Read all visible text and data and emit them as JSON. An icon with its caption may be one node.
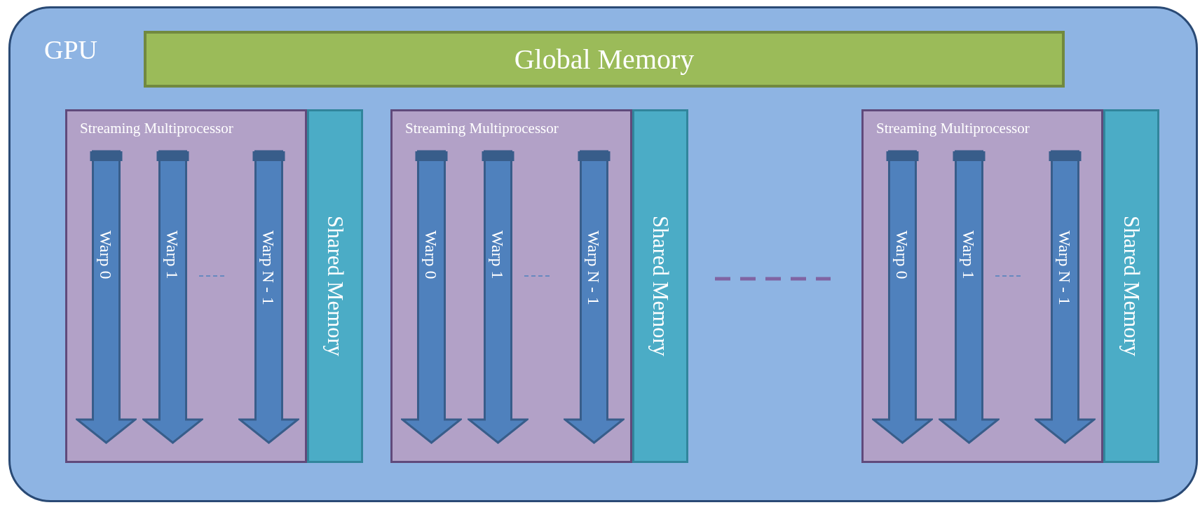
{
  "diagram": {
    "nodes": [
      {
        "text": [
          "GPU"
        ]
      },
      {
        "text": [
          "Global Memory"
        ],
        "in": 0
      },
      {
        "text": [
          "Streaming Multiprocessor"
        ],
        "in": 0
      },
      {
        "text": [
          "Warp 0"
        ],
        "in": 2
      },
      {
        "text": [
          "Warp 1"
        ],
        "in": 2
      },
      {
        "text": [
          "Warp N - 1"
        ],
        "in": 2
      },
      {
        "text": [
          "Shared Memory"
        ],
        "in": 0
      },
      {
        "text": [
          "Streaming Multiprocessor"
        ],
        "in": 0
      },
      {
        "text": [
          "Warp 0"
        ],
        "in": 7
      },
      {
        "text": [
          "Warp 1"
        ],
        "in": 7
      },
      {
        "text": [
          "Warp N - 1"
        ],
        "in": 7
      },
      {
        "text": [
          "Shared Memory"
        ],
        "in": 0
      },
      {
        "text": [
          "Streaming Multiprocessor"
        ],
        "in": 0
      },
      {
        "text": [
          "Warp 0"
        ],
        "in": 12
      },
      {
        "text": [
          "Warp 1"
        ],
        "in": 12
      },
      {
        "text": [
          "Warp N - 1"
        ],
        "in": 12
      },
      {
        "text": [
          "Shared Memory"
        ],
        "in": 0
      }
    ]
  }
}
